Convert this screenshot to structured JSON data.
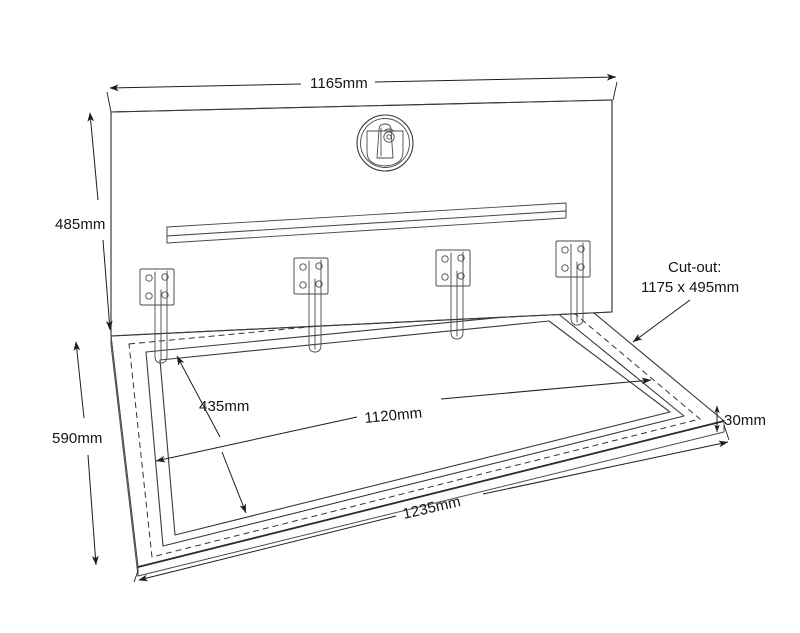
{
  "drawing": {
    "title": "Access Hatch Assembly Dimensioned Isometric Drawing",
    "background_color": "#ffffff",
    "line_color": "#3a3a3a",
    "text_color": "#141414",
    "units": "mm",
    "projection": "isometric"
  },
  "dimensions": {
    "lid_width": "1165mm",
    "lid_height": "485mm",
    "frame_depth": "590mm",
    "opening_width": "1120mm",
    "opening_depth": "435mm",
    "frame_width": "1235mm",
    "frame_thickness": "30mm"
  },
  "notes": {
    "cutout_label": "Cut-out:",
    "cutout_value": "1175 x 495mm"
  },
  "components": {
    "lid_panel": "hinged-lid-panel",
    "lock_name": "circular-lock-latch",
    "stiffener_name": "lid-stiffener-bar",
    "hinge_count": 4,
    "frame_name": "hatch-frame",
    "cutout_outline": "dashed-cut-out-outline",
    "opening_name": "frame-opening"
  }
}
